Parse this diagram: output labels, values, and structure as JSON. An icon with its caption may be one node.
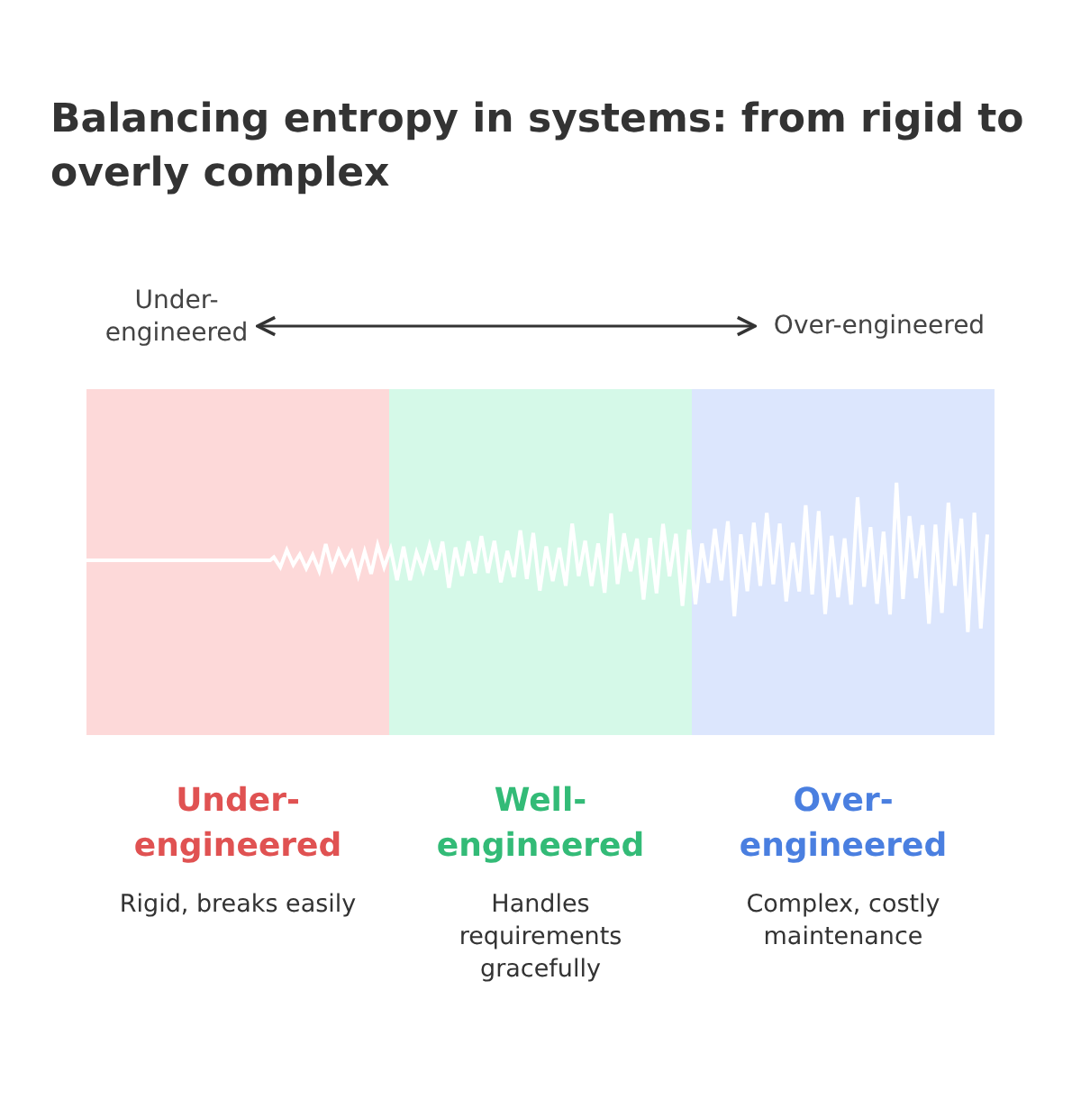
{
  "diagram": {
    "title": "Balancing entropy in systems: from rigid to overly complex",
    "nodes": [
      {
        "text": [
          "Under- engineered"
        ]
      },
      {
        "text": [
          "Over-engineered"
        ]
      },
      {
        "text": [],
        "shape": "box",
        "beside": [
          "Under- engineered",
          "Rigid, breaks easily"
        ]
      },
      {
        "text": [],
        "shape": "box",
        "beside": [
          "Well- engineered",
          "Handles requirements gracefully"
        ]
      },
      {
        "text": [],
        "shape": "box",
        "beside": [
          "Over- engineered",
          "Complex, costly maintenance"
        ]
      }
    ],
    "edges": [
      {
        "from": 0,
        "to": 1,
        "arrow": "both"
      }
    ]
  }
}
